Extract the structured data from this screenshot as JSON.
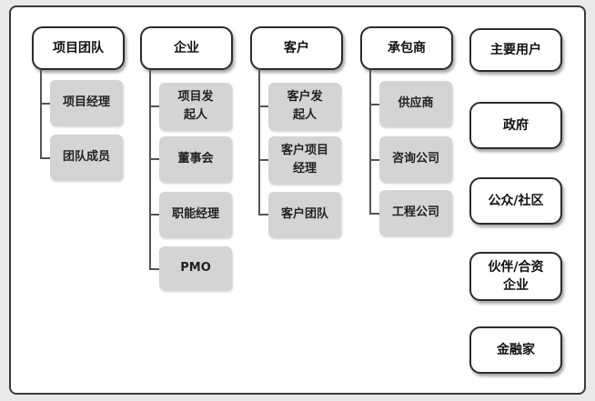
{
  "columns": [
    {
      "title": "项目团队",
      "children": [
        "项目经理",
        "团队成员"
      ]
    },
    {
      "title": "企业",
      "children": [
        "项目发\n起人",
        "董事会",
        "职能经理",
        "PMO"
      ]
    },
    {
      "title": "客户",
      "children": [
        "客户发\n起人",
        "客户项目\n经理",
        "客户团队"
      ]
    },
    {
      "title": "承包商",
      "children": [
        "供应商",
        "咨询公司",
        "工程公司"
      ]
    }
  ],
  "standalone": [
    "主要用户",
    "政府",
    "公众/社区",
    "伙伴/合资\n企业",
    "金融家"
  ]
}
